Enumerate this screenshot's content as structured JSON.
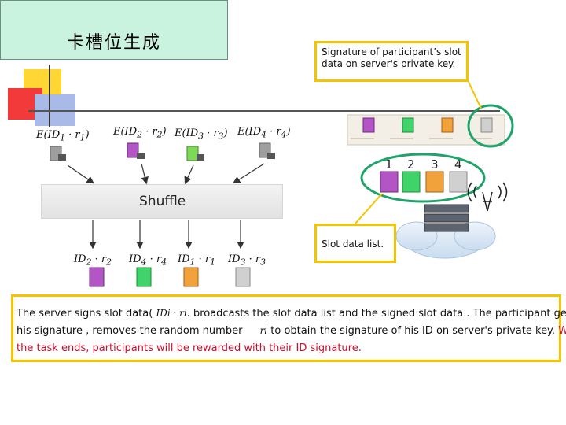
{
  "title": "卡槽位生成",
  "callout_signature": "Signature of participant’s slot data on server's private key.",
  "callout_list": "Slot data list.",
  "shuffle_label": "Shuffle",
  "encrypted_inputs": [
    "E(ID1 · r1)",
    "E(ID2 · r2)",
    "E(ID3 · r3)",
    "E(ID4 · r4)"
  ],
  "shuffled_outputs": [
    "ID2 · r2",
    "ID4 · r4",
    "ID1 · r1",
    "ID3 · r3"
  ],
  "slot_numbers": [
    "1",
    "2",
    "3",
    "4"
  ],
  "description": {
    "line1_a": "The server signs slot data(",
    "line1_formula": "IDi · ri",
    "line1_b": ". broadcasts the slot data list and the signed slot data . The participant gets",
    "line2_a": "his signature , removes the random number",
    "line2_formula": "ri",
    "line2_b": "to obtain the signature of his ID on server's private key.",
    "line2_red": "When",
    "line3_red": "the task ends, participants will be rewarded with their ID signature."
  },
  "colors": {
    "highlight_border": "#f5c400",
    "ellipse": "#1fa36a",
    "slot1": "#b455c6",
    "slot2": "#3fd36a",
    "slot3": "#f2a23a",
    "slot4": "#9e9e9e"
  }
}
